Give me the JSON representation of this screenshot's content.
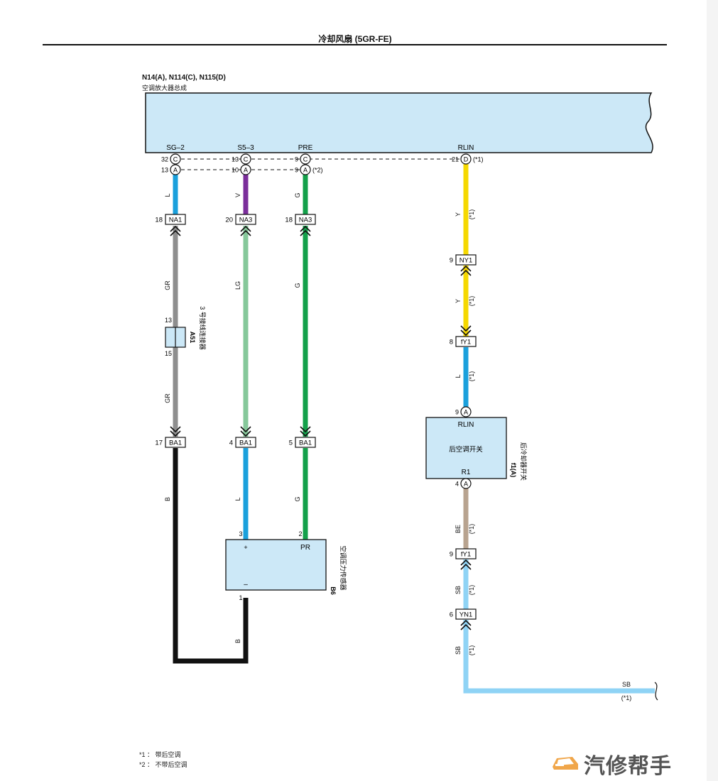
{
  "title": "冷却风扇 (5GR-FE)",
  "amplifier": {
    "connectors": "N14(A), N114(C), N115(D)",
    "name": "空调放大器总成",
    "pins": [
      {
        "label": "SG–2",
        "pin_c": "32",
        "conn_c": "C",
        "pin_a": "13",
        "conn_a": "A"
      },
      {
        "label": "S5–3",
        "pin_c": "13",
        "conn_c": "C",
        "pin_a": "10",
        "conn_a": "A"
      },
      {
        "label": "PRE",
        "pin_c": "9",
        "conn_c": "C",
        "pin_a": "9",
        "conn_a": "A",
        "note_a": "(*2)"
      },
      {
        "label": "RLIN",
        "pin_c": "21",
        "conn_c": "D",
        "note_c": "(*1)"
      }
    ]
  },
  "wires": {
    "sg2_top": "L",
    "sg2_mid": "GR",
    "sg2_lower": "GR",
    "sg2_bottom": "B",
    "s53_top": "V",
    "s53_mid": "LG",
    "s53_bottom": "L",
    "pre_top": "G",
    "pre_mid": "G",
    "pre_bottom": "G",
    "rlin_1": "Y",
    "rlin_2": "Y",
    "rlin_3": "L",
    "r1_1": "BE",
    "r1_2": "SB",
    "r1_3": "SB",
    "sensor_ground": "B",
    "exit": "SB",
    "note": "(*1)"
  },
  "connectors": {
    "na1": {
      "pin": "18",
      "name": "NA1"
    },
    "na3_a": {
      "pin": "20",
      "name": "NA3"
    },
    "na3_b": {
      "pin": "18",
      "name": "NA3"
    },
    "ba1_a": {
      "pin": "17",
      "name": "BA1"
    },
    "ba1_b": {
      "pin": "4",
      "name": "BA1"
    },
    "ba1_c": {
      "pin": "5",
      "name": "BA1"
    },
    "ny1": {
      "pin": "9",
      "name": "NY1"
    },
    "fy1_a": {
      "pin": "8",
      "name": "fY1"
    },
    "fy1_b": {
      "pin": "9",
      "name": "fY1"
    },
    "yn1": {
      "pin": "6",
      "name": "YN1"
    }
  },
  "junction": {
    "id": "A51",
    "name": "3 号接线连接器",
    "pin_top": "13",
    "pin_bottom": "15"
  },
  "sensor": {
    "id": "B6",
    "name": "空调压力传感器",
    "pin_plus_num": "3",
    "pin_pr_num": "2",
    "pin_gnd_num": "1",
    "plus": "+",
    "pr": "PR",
    "minus": "–"
  },
  "switch": {
    "id": "f1(A)",
    "name": "后冷却器开关",
    "label": "后空调开关",
    "top_label": "RLIN",
    "bottom_label": "R1",
    "pin_top": "9",
    "conn_top": "A",
    "pin_bottom": "4",
    "conn_bottom": "A"
  },
  "footnotes": [
    "*1 ： 带后空调",
    "*2 ： 不带后空调"
  ],
  "watermark": "汽修帮手",
  "colors": {
    "box_fill": "#cce8f7",
    "L": "#1aa0dc",
    "V": "#7b2e9b",
    "G": "#13a04a",
    "GR": "#8e8e8e",
    "LG": "#86c89a",
    "Y": "#f5d800",
    "BE": "#b8a38f",
    "SB": "#8fd3f5",
    "B": "#111111"
  }
}
